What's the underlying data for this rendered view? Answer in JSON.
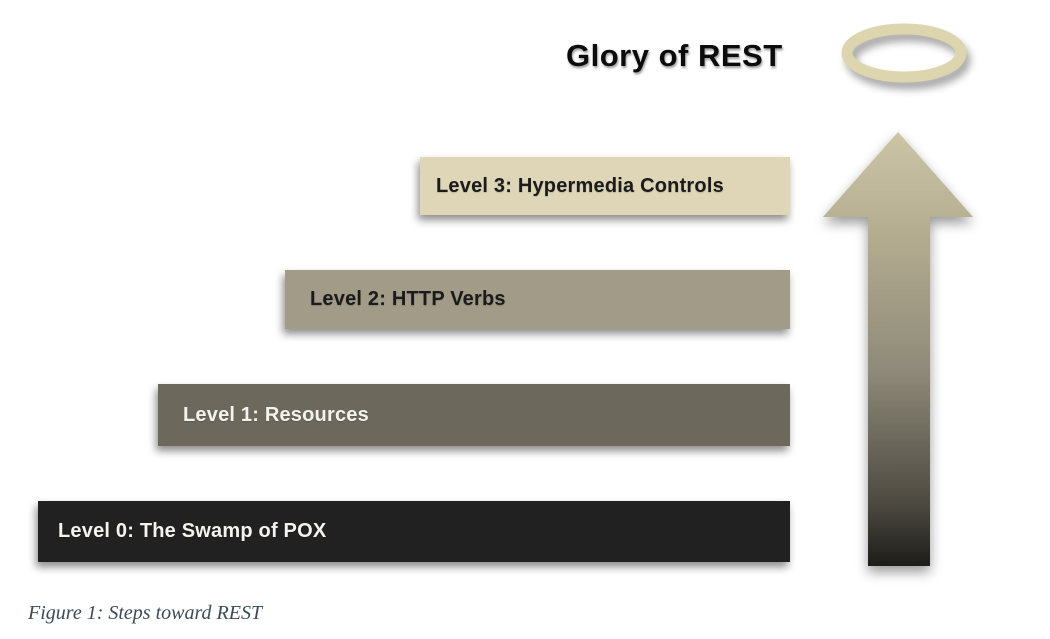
{
  "title": {
    "text": "Glory of REST"
  },
  "caption": {
    "text": "Figure 1: Steps toward REST"
  },
  "halo": {
    "color": "#ddd5ae"
  },
  "arrow": {
    "direction": "up",
    "gradient_top": "#cbc4a5",
    "gradient_upper_mid": "#b2ab8f",
    "gradient_mid": "#8f8a79",
    "gradient_lower_mid": "#4e4b42",
    "gradient_bottom": "#1d1d19"
  },
  "levels": [
    {
      "id": "level-3",
      "label": "Level 3: Hypermedia Controls",
      "bg": "#ded6b7",
      "fg": "#1b1b1b"
    },
    {
      "id": "level-2",
      "label": "Level 2: HTTP Verbs",
      "bg": "#a29b88",
      "fg": "#1b1b1b"
    },
    {
      "id": "level-1",
      "label": "Level 1: Resources",
      "bg": "#6c685c",
      "fg": "#f4f3ee"
    },
    {
      "id": "level-0",
      "label": "Level 0: The Swamp of POX",
      "bg": "#212121",
      "fg": "#f4f3ee"
    }
  ]
}
